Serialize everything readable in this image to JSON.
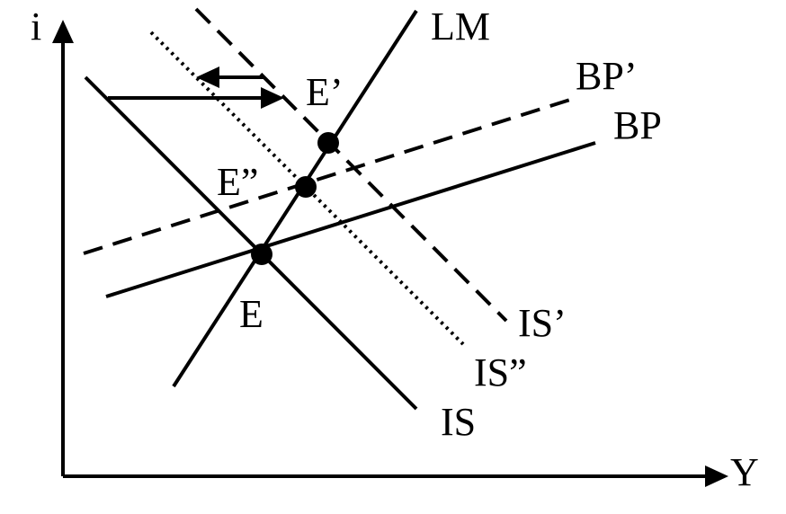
{
  "axes": {
    "y_label": "i",
    "x_label": "Y"
  },
  "curves": {
    "lm": "LM",
    "is": "IS",
    "is_prime": "IS’",
    "is_double_prime": "IS”",
    "bp": "BP",
    "bp_prime": "BP’"
  },
  "points": {
    "e": "E",
    "e_prime": "E’",
    "e_double_prime": "E”"
  },
  "colors": {
    "ink": "#000000",
    "background": "#ffffff"
  }
}
